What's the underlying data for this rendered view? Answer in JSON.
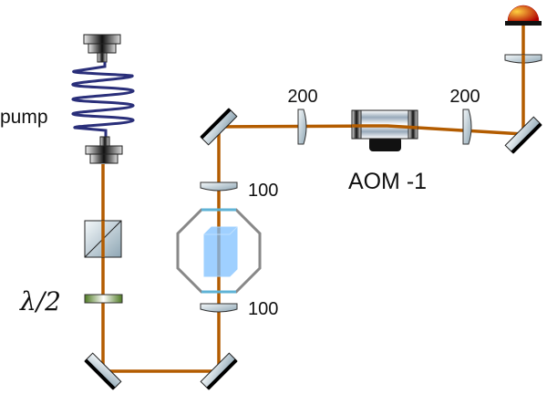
{
  "labels": {
    "pump": "pump",
    "half_wave": "λ/2",
    "lens_top": "100",
    "lens_bottom": "100",
    "lens_200_left": "200",
    "lens_200_right": "200",
    "aom": "AOM -1"
  },
  "colors": {
    "beam": "#b35c00",
    "fiber": "#2a2f7a",
    "window": "#5fb3d6",
    "crystal": "#7fc0ff",
    "waveplate": "#4e7a22"
  }
}
